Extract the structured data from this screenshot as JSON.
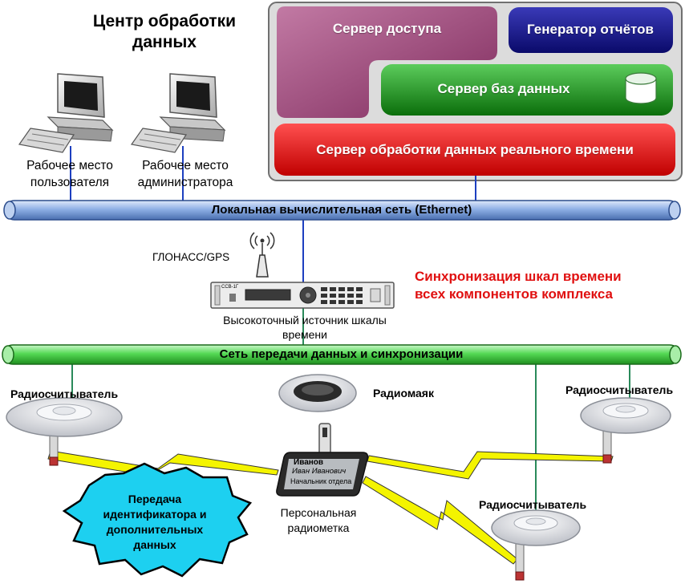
{
  "title": "Центр обработки данных",
  "servers": {
    "access": "Сервер доступа",
    "reports": "Генератор отчётов",
    "database": "Сервер баз данных",
    "realtime": "Сервер обработки данных реального времени"
  },
  "workstations": {
    "user": "Рабочее место пользователя",
    "admin": "Рабочее место администратора"
  },
  "networks": {
    "lan": "Локальная вычислительная сеть (Ethernet)",
    "sync": "Сеть передачи данных и синхронизации"
  },
  "gps_label": "ГЛОНАСС/GPS",
  "time_source": "Высокоточный источник шкалы времени",
  "device_label": "CCB-1Г",
  "sync_note": "Синхронизация шкал времени всех компонентов комплекса",
  "readers": {
    "left": "Радиосчитыватель",
    "right": "Радиосчитыватель",
    "bottom": "Радиосчитыватель"
  },
  "beacon": "Радиомаяк",
  "tag_label": "Персональная радиометка",
  "badge": {
    "name": "Иванов",
    "fullname": "Иван Иванович",
    "position": "Начальник отдела"
  },
  "burst_text": "Передача идентификатора и дополнительных данных",
  "colors": {
    "lan": "#8fb0e6",
    "sync_net": "#55d955",
    "access": "#a03a78",
    "reports": "#14148c",
    "database": "#169016",
    "realtime": "#e80a0a",
    "burst": "#1dd0f0",
    "lightning": "#f4f400"
  }
}
